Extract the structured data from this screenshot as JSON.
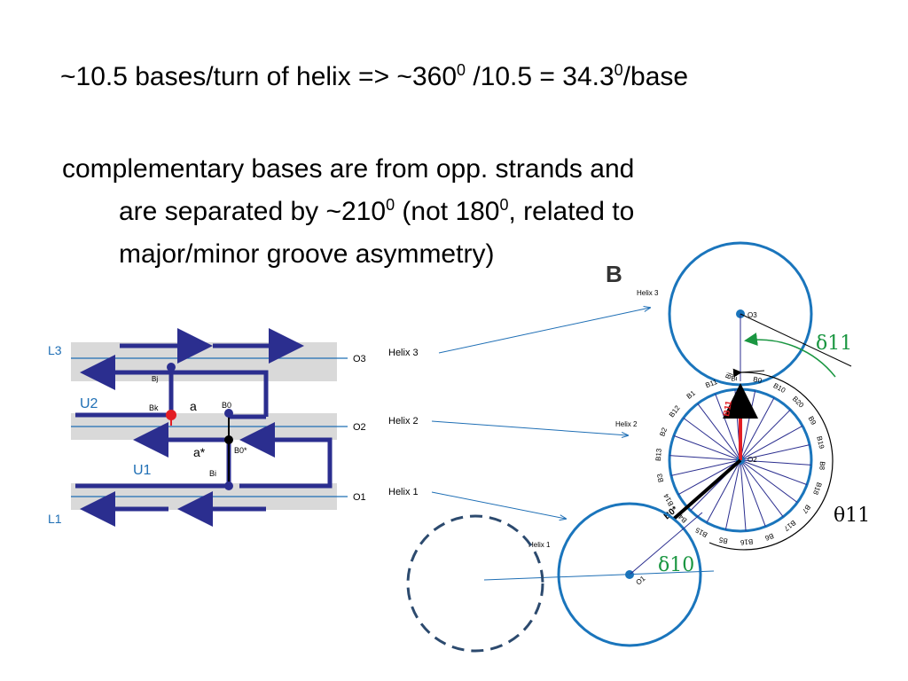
{
  "slide": {
    "line1_a": "~10.5 bases/turn of helix => ~360",
    "line1_sup1": "0",
    "line1_b": " /10.5 = 34.3",
    "line1_sup2": "0",
    "line1_c": "/base",
    "para_line1": "complementary bases are from opp. strands and",
    "para_line2_a": "are separated by ~210",
    "para_line2_sup1": "0",
    "para_line2_b": "  (not 180",
    "para_line2_sup2": "0",
    "para_line2_c": ", related to",
    "para_line3": "major/minor groove asymmetry)"
  },
  "left_diagram": {
    "L3": "L3",
    "U2": "U2",
    "U1": "U1",
    "L1": "L1",
    "O3": "O3",
    "O2": "O2",
    "O1": "O1",
    "Bj": "Bj",
    "Bk": "Bk",
    "a": "a",
    "B0": "B0",
    "a_star": "a*",
    "B0_star": "B0*",
    "Bi": "Bi",
    "helix3": "Helix 3",
    "helix2": "Helix 2",
    "helix1": "Helix 1",
    "colors": {
      "strand": "#2b2e8f",
      "band": "#d9d9d9",
      "axis": "#1f6fb5",
      "red": "#e31e24"
    }
  },
  "right_diagram": {
    "panel_label": "B",
    "helix3_small": "Helix 3",
    "helix2_small": "Helix 2",
    "helix1_small": "Helix 1",
    "O3": "O3",
    "O2": "O2",
    "O1": "O1",
    "Bj": "Bj",
    "B11": "B11",
    "B0_star": "B0*",
    "delta11": "δ11",
    "theta11": "θ11",
    "delta10": "δ10",
    "bases": [
      "B0",
      "B10",
      "B20",
      "B9",
      "B19",
      "B8",
      "B18",
      "B7",
      "B17",
      "B6",
      "B16",
      "B5",
      "B15",
      "B4",
      "B14",
      "B3",
      "B13",
      "B2",
      "B12",
      "B1",
      "B11",
      "Bi"
    ],
    "colors": {
      "circle": "#1a75bc",
      "green": "#1a9641",
      "red": "#e31e24"
    }
  }
}
